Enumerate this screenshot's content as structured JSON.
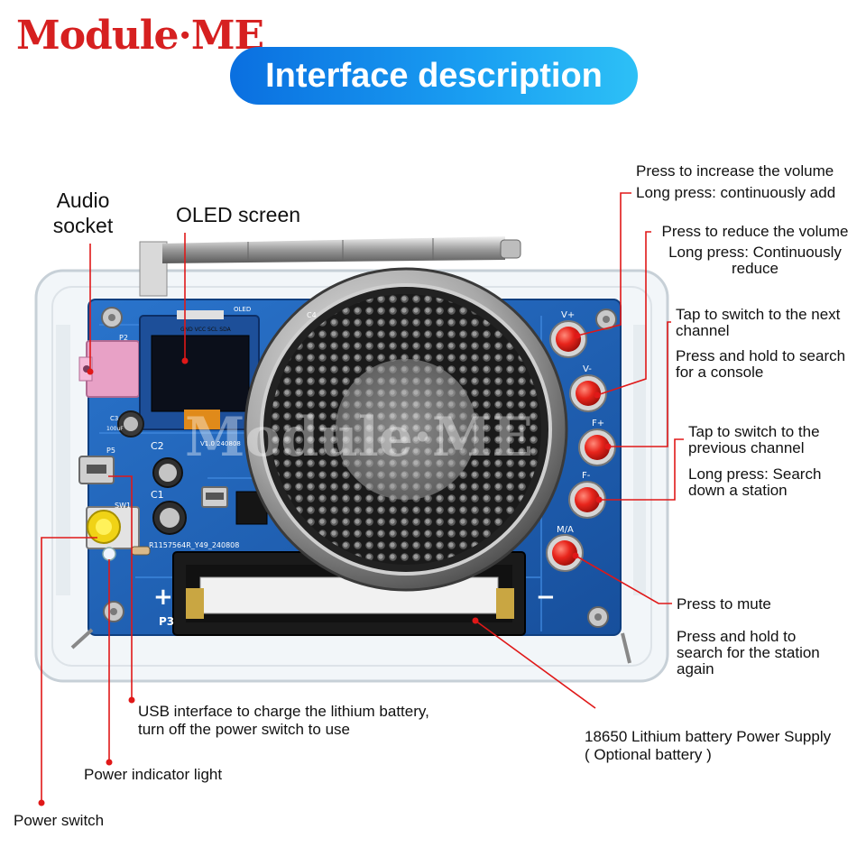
{
  "brand": {
    "name": "Module·ME",
    "watermark": "Module·ME"
  },
  "header": {
    "title": "Interface description"
  },
  "device": {
    "silkscreen": {
      "oled": "OLED",
      "oled_pins": "GND VCC SCL SDA",
      "p2": "P2",
      "c3": "C3",
      "c3_val": "100uF",
      "p5": "P5",
      "c2": "C2",
      "c1": "C1",
      "sw1": "SW1",
      "c4": "C4",
      "p3": "P3",
      "plus": "+",
      "minus": "−",
      "board_id": "R1157564R_Y49_240808",
      "version": "V1.0 240808",
      "vplus": "V+",
      "vminus": "V-",
      "fplus": "F+",
      "fminus": "F-",
      "ma": "M/A"
    }
  },
  "labels": {
    "audio_socket": [
      "Audio",
      "socket"
    ],
    "oled_screen": "OLED screen",
    "vol_up": [
      "Press to increase the volume",
      "Long press: continuously add"
    ],
    "vol_down": [
      "Press to reduce the volume",
      "Long press: Continuously",
      "reduce"
    ],
    "next": [
      "Tap to switch to the next",
      "channel",
      "Press and hold to search",
      "for a console"
    ],
    "prev": [
      "Tap to switch to the",
      "previous channel",
      "Long press: Search",
      "down a station"
    ],
    "mute": [
      "Press to mute",
      "Press and hold to",
      "search for the station",
      "again"
    ],
    "usb": [
      "USB interface to charge the lithium battery,",
      "turn off the power switch to use"
    ],
    "battery": [
      "18650 Lithium battery Power Supply",
      "( Optional battery )"
    ],
    "power_light": "Power indicator light",
    "power_switch": "Power switch"
  },
  "colors": {
    "brand_red": "#d62020",
    "banner_blue": "#1a8fe8",
    "pcb_blue": "#1d5fb5",
    "leader_red": "#e01818",
    "button_red": "#e8251c"
  }
}
